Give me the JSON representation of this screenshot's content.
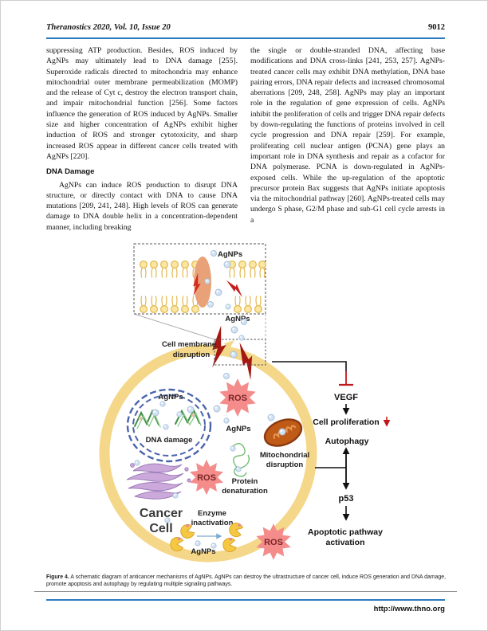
{
  "header": {
    "journal_ref": "Theranostics 2020, Vol. 10, Issue 20",
    "page_number": "9012"
  },
  "article": {
    "left_column": {
      "paragraph_1": "suppressing ATP production. Besides, ROS induced by AgNPs may ultimately lead to DNA damage [255]. Superoxide radicals directed to mitochondria may enhance mitochondrial outer membrane permeabilization (MOMP) and the release of Cyt c, destroy the electron transport chain, and impair mitochondrial function [256]. Some factors influence the generation of ROS induced by AgNPs. Smaller size and higher concentration of AgNPs exhibit higher induction of ROS and stronger cytotoxicity, and sharp increased ROS appear in different cancer cells treated with AgNPs [220].",
      "section_heading": "DNA Damage",
      "paragraph_2": "AgNPs can induce ROS production to disrupt DNA structure, or directly contact with DNA to cause DNA mutations [209, 241, 248]. High levels of ROS can generate damage to DNA double helix in a concentration-dependent manner, including breaking"
    },
    "right_column": {
      "paragraph_1": "the single or double-stranded DNA, affecting base modifications and DNA cross-links [241, 253, 257]. AgNPs-treated cancer cells may exhibit DNA methylation, DNA base pairing errors, DNA repair defects and increased chromosomal aberrations [209, 248, 258]. AgNPs may play an important role in the regulation of gene expression of cells. AgNPs inhibit the proliferation of cells and trigger DNA repair defects by down-regulating the functions of proteins involved in cell cycle progression and DNA repair [259]. For example, proliferating cell nuclear antigen (PCNA) gene plays an important role in DNA synthesis and repair as a cofactor for DNA polymerase. PCNA is down-regulated in AgNPs-exposed cells. While the up-regulation of the apoptotic precursor protein Bax suggests that AgNPs initiate apoptosis via the mitochondrial pathway [260]. AgNPs-treated cells may undergo S phase, G2/M phase and sub-G1 cell cycle arrests in a"
    }
  },
  "figure": {
    "labels": {
      "agnps_inset": "AgNPs",
      "agnps_entry": "AgNPs",
      "membrane_line1": "Cell membrane",
      "membrane_line2": "disruption",
      "ros_top": "ROS",
      "ros_mid": "ROS",
      "ros_bottom": "ROS",
      "agnps_nucleus": "AgNPs",
      "dna_damage": "DNA damage",
      "agnps_cytoplasm": "AgNPs",
      "mito_line1": "Mitochondrial",
      "mito_line2": "disruption",
      "protein_line1": "Protein",
      "protein_line2": "denaturation",
      "cancer_line1": "Cancer",
      "cancer_line2": "Cell",
      "enzyme_line1": "Enzyme",
      "enzyme_line2": "inactivation",
      "agnps_enzyme": "AgNPs",
      "vegf": "VEGF",
      "cell_proliferation": "Cell proliferation",
      "autophagy": "Autophagy",
      "p53": "p53",
      "apoptotic_line1": "Apoptotic pathway",
      "apoptotic_line2": "activation"
    },
    "caption_label": "Figure 4.",
    "caption_text": " A schematic diagram of anticancer mechanisms of AgNPs. AgNPs can destroy the ultrastructure of cancer cell, induce ROS generation and DNA damage, promote apoptosis and autophagy by regulating multiple signaling pathways."
  },
  "footer": {
    "url": "http://www.thno.org"
  },
  "colors": {
    "accent_blue": "#2b7bbe",
    "membrane_yellow": "#f5d78a",
    "ros_pink": "#f58c8c",
    "inhibition_red": "#c0181c",
    "bolt_red": "#a41712",
    "nucleus_blue": "#4a64ad",
    "mito_orange": "#c05a17",
    "golgi_purple": "#cba9db"
  }
}
